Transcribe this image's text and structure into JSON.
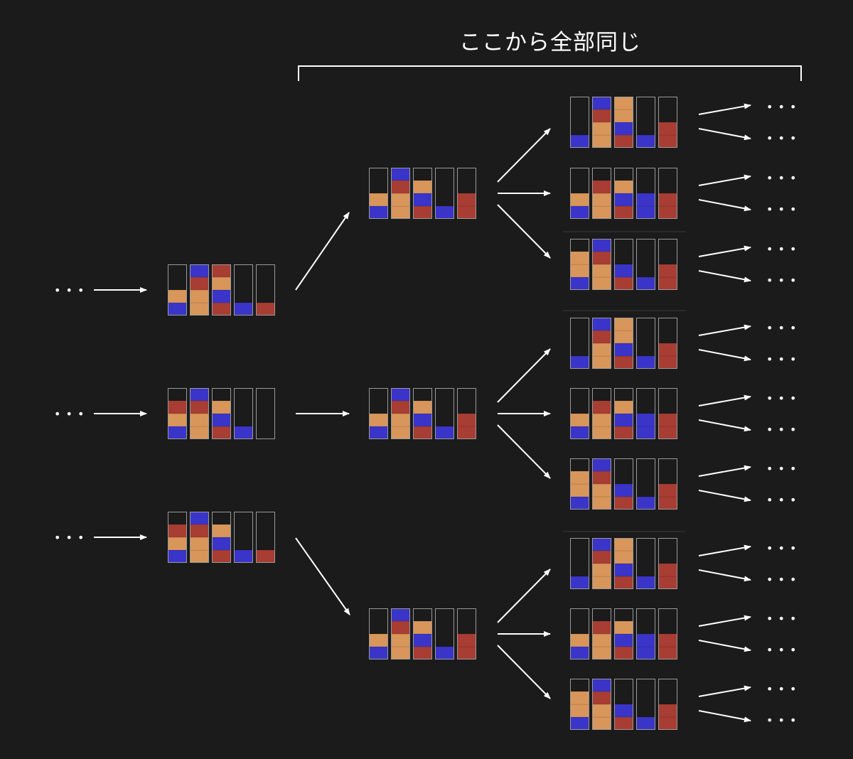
{
  "header": {
    "label": "ここから全部同じ"
  },
  "ellipsis": "• • •",
  "colors": {
    "background": "#1b1b1b",
    "blue": "#3a35c8",
    "red": "#a83d33",
    "orange": "#d9965a",
    "empty": "#1b1b1b",
    "outline": "#9a9a9a",
    "arrow": "#ffffff"
  },
  "colorKey": {
    "B": "blue",
    "R": "red",
    "O": "orange"
  },
  "tubeCapacity": 4,
  "states": {
    "L1": [
      [
        "B",
        "O"
      ],
      [
        "O",
        "O",
        "R",
        "B"
      ],
      [
        "R",
        "B",
        "O",
        "R"
      ],
      [
        "B"
      ],
      [
        "R"
      ]
    ],
    "L2": [
      [
        "B",
        "O",
        "R"
      ],
      [
        "O",
        "O",
        "R",
        "B"
      ],
      [
        "R",
        "B",
        "O"
      ],
      [
        "B"
      ],
      []
    ],
    "L3": [
      [
        "B",
        "O",
        "R"
      ],
      [
        "O",
        "O",
        "R",
        "B"
      ],
      [
        "R",
        "B",
        "O"
      ],
      [
        "B"
      ],
      [
        "R"
      ]
    ],
    "M": [
      [
        "B",
        "O"
      ],
      [
        "O",
        "O",
        "R",
        "B"
      ],
      [
        "R",
        "B",
        "O"
      ],
      [
        "B"
      ],
      [
        "R",
        "R"
      ]
    ],
    "R1": [
      [
        "B"
      ],
      [
        "O",
        "O",
        "R",
        "B"
      ],
      [
        "R",
        "B",
        "O",
        "O"
      ],
      [
        "B"
      ],
      [
        "R",
        "R"
      ]
    ],
    "R2": [
      [
        "B",
        "O"
      ],
      [
        "O",
        "O",
        "R"
      ],
      [
        "R",
        "B",
        "O"
      ],
      [
        "B",
        "B"
      ],
      [
        "R",
        "R"
      ]
    ],
    "R3": [
      [
        "B",
        "O",
        "O"
      ],
      [
        "O",
        "O",
        "R",
        "B"
      ],
      [
        "R",
        "B"
      ],
      [
        "B"
      ],
      [
        "R",
        "R"
      ]
    ]
  }
}
